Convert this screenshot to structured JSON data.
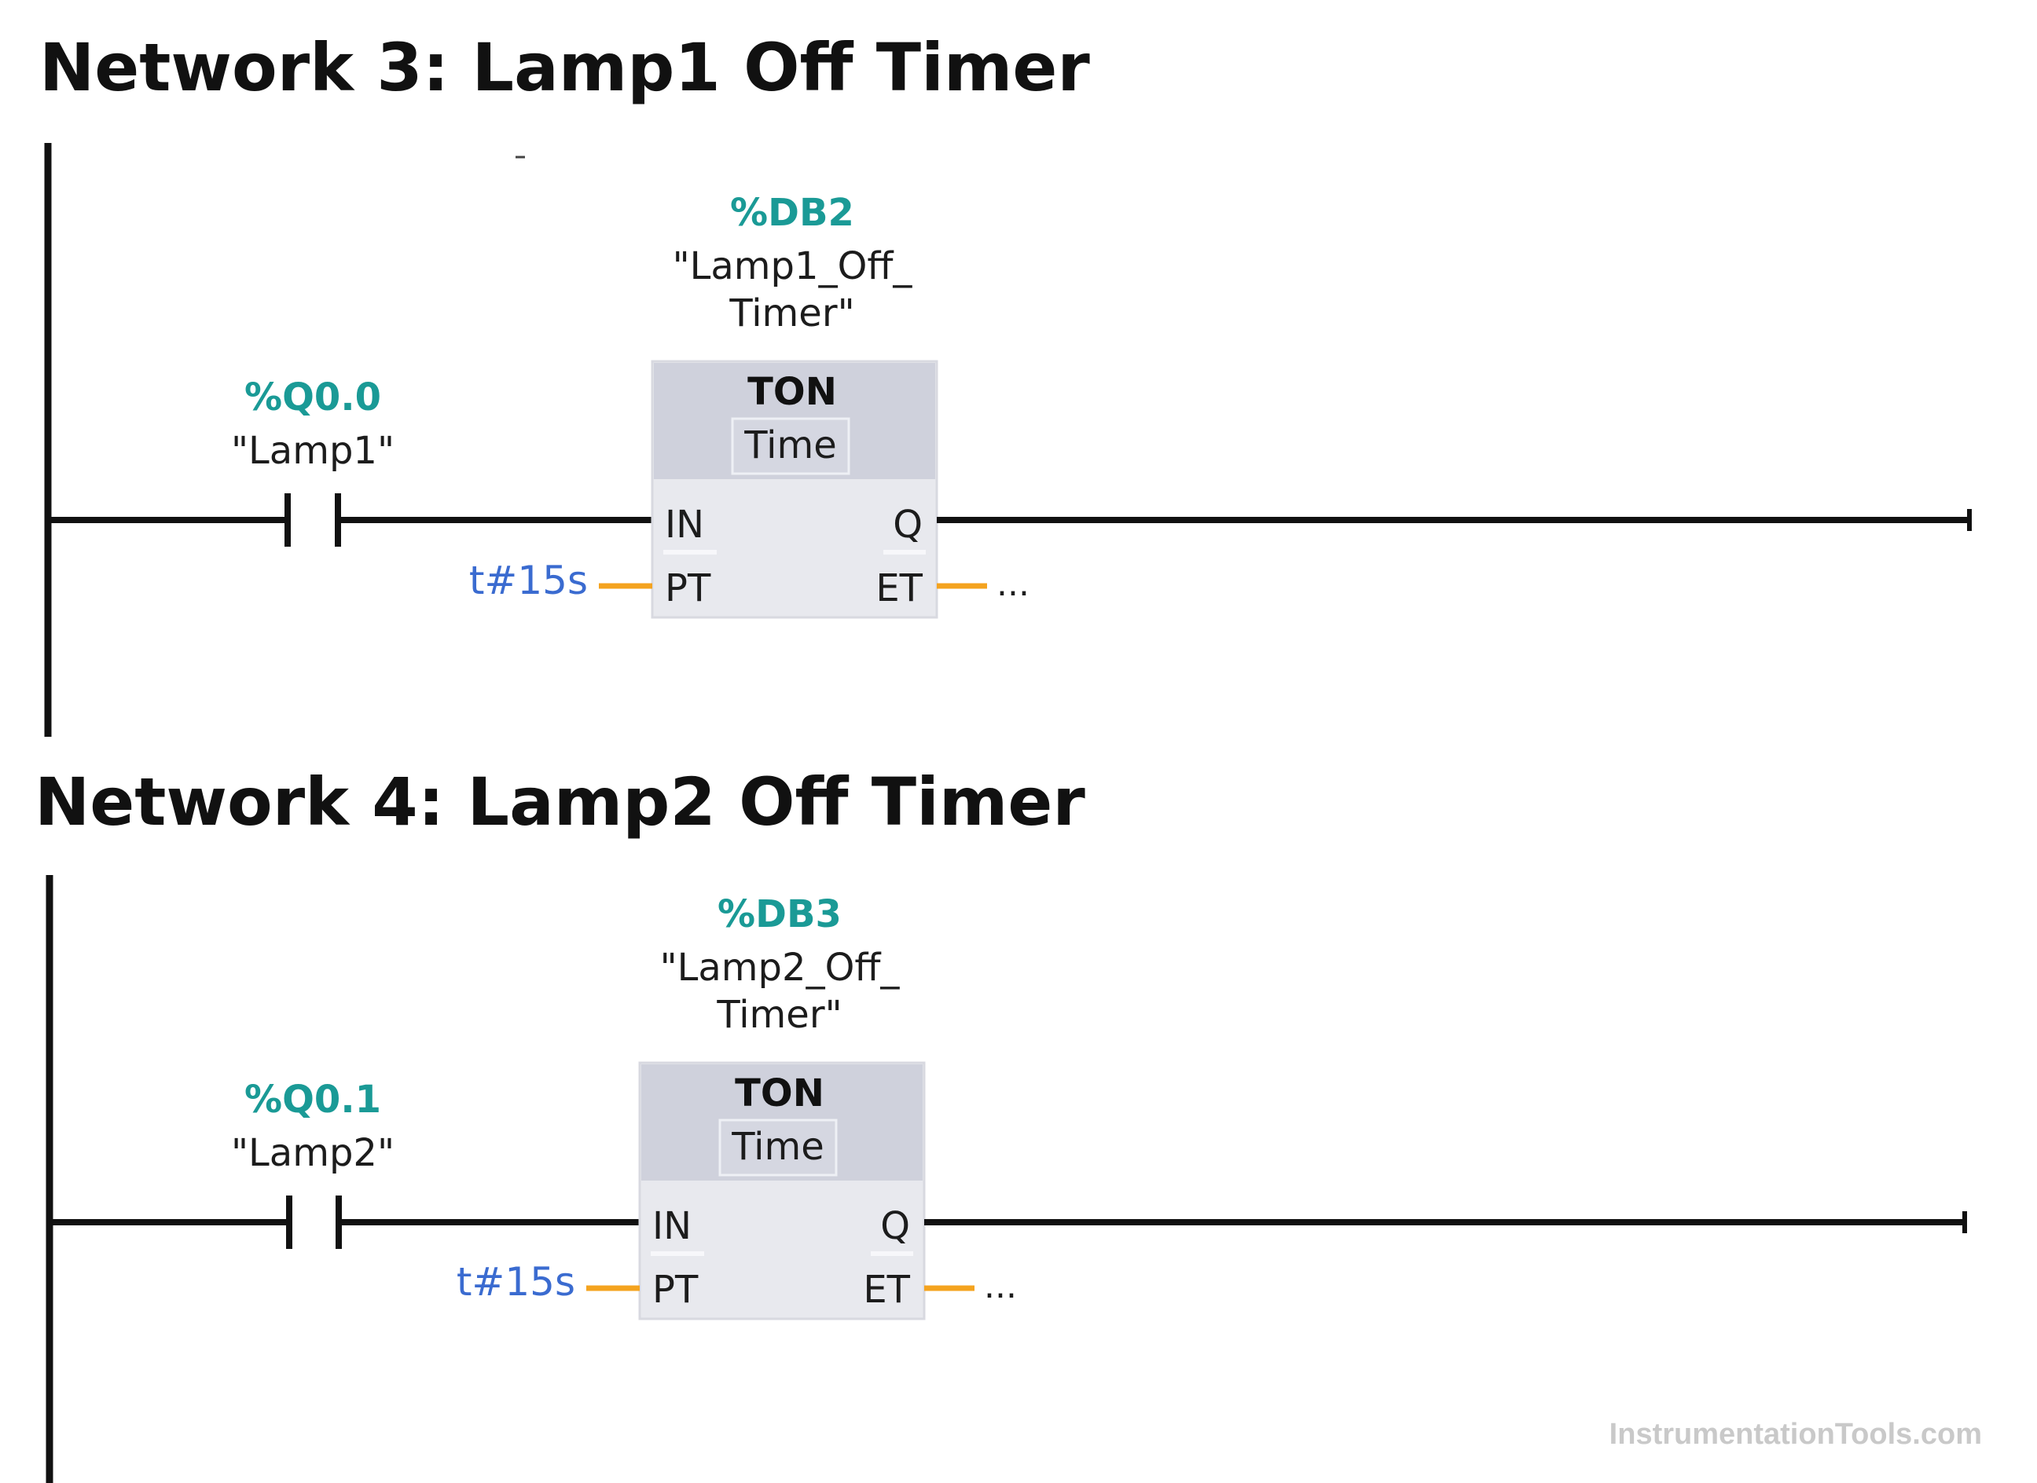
{
  "watermark": "InstrumentationTools.com",
  "colors": {
    "address": "#1a9a96",
    "parameter": "#3a6bd0",
    "orange_wire": "#f4a31f",
    "block_header": "#cfd1dc",
    "block_body": "#e8e9ee",
    "rail": "#111111"
  },
  "networks": [
    {
      "title": "Network 3: Lamp1 Off Timer",
      "contact": {
        "address": "%Q0.0",
        "symbol": "\"Lamp1\""
      },
      "timer": {
        "db": "%DB2",
        "name_line1": "\"Lamp1_Off_",
        "name_line2": "Timer\"",
        "block_type": "TON",
        "data_type": "Time",
        "pin_in": "IN",
        "pin_q": "Q",
        "pin_pt": "PT",
        "pin_et": "ET",
        "preset": "t#15s",
        "et_output": "..."
      }
    },
    {
      "title": "Network 4: Lamp2 Off Timer",
      "contact": {
        "address": "%Q0.1",
        "symbol": "\"Lamp2\""
      },
      "timer": {
        "db": "%DB3",
        "name_line1": "\"Lamp2_Off_",
        "name_line2": "Timer\"",
        "block_type": "TON",
        "data_type": "Time",
        "pin_in": "IN",
        "pin_q": "Q",
        "pin_pt": "PT",
        "pin_et": "ET",
        "preset": "t#15s",
        "et_output": "..."
      }
    }
  ]
}
